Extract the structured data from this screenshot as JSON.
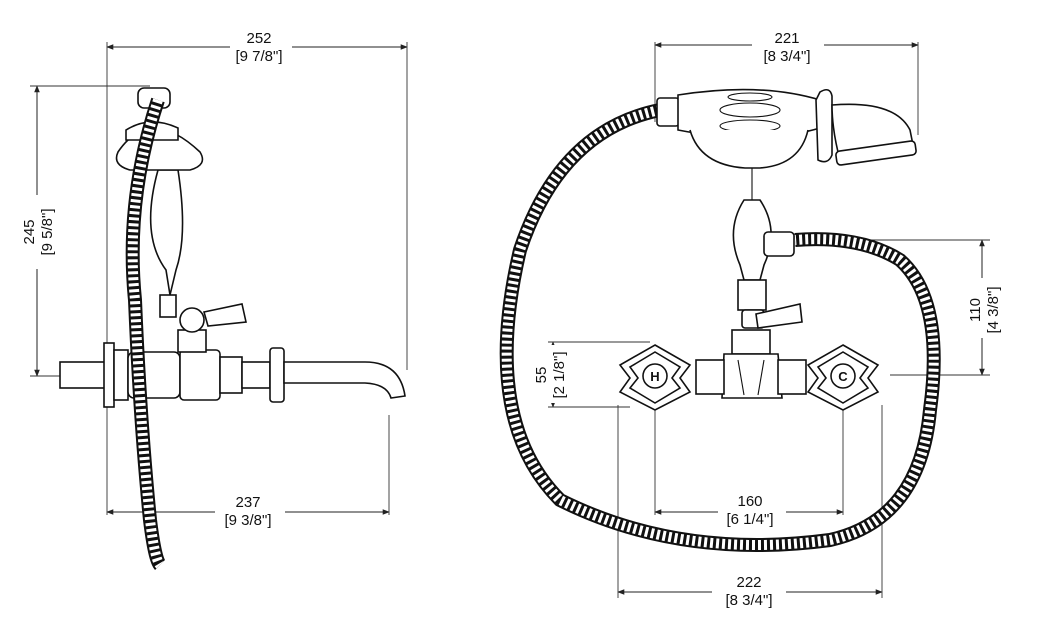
{
  "dimensions": {
    "side_width": {
      "mm": "252",
      "inch": "[9 7/8\"]"
    },
    "side_height": {
      "mm": "245",
      "inch": "[9 5/8\"]"
    },
    "side_projection": {
      "mm": "237",
      "inch": "[9 3/8\"]"
    },
    "handshower_width": {
      "mm": "221",
      "inch": "[8 3/4\"]"
    },
    "handle_height": {
      "mm": "55",
      "inch": "[2 1/8\"]"
    },
    "cradle_height": {
      "mm": "110",
      "inch": "[4 3/8\"]"
    },
    "centers": {
      "mm": "160",
      "inch": "[6 1/4\"]"
    },
    "overall_width": {
      "mm": "222",
      "inch": "[8 3/4\"]"
    }
  },
  "knobs": {
    "hot": "H",
    "cold": "C"
  }
}
